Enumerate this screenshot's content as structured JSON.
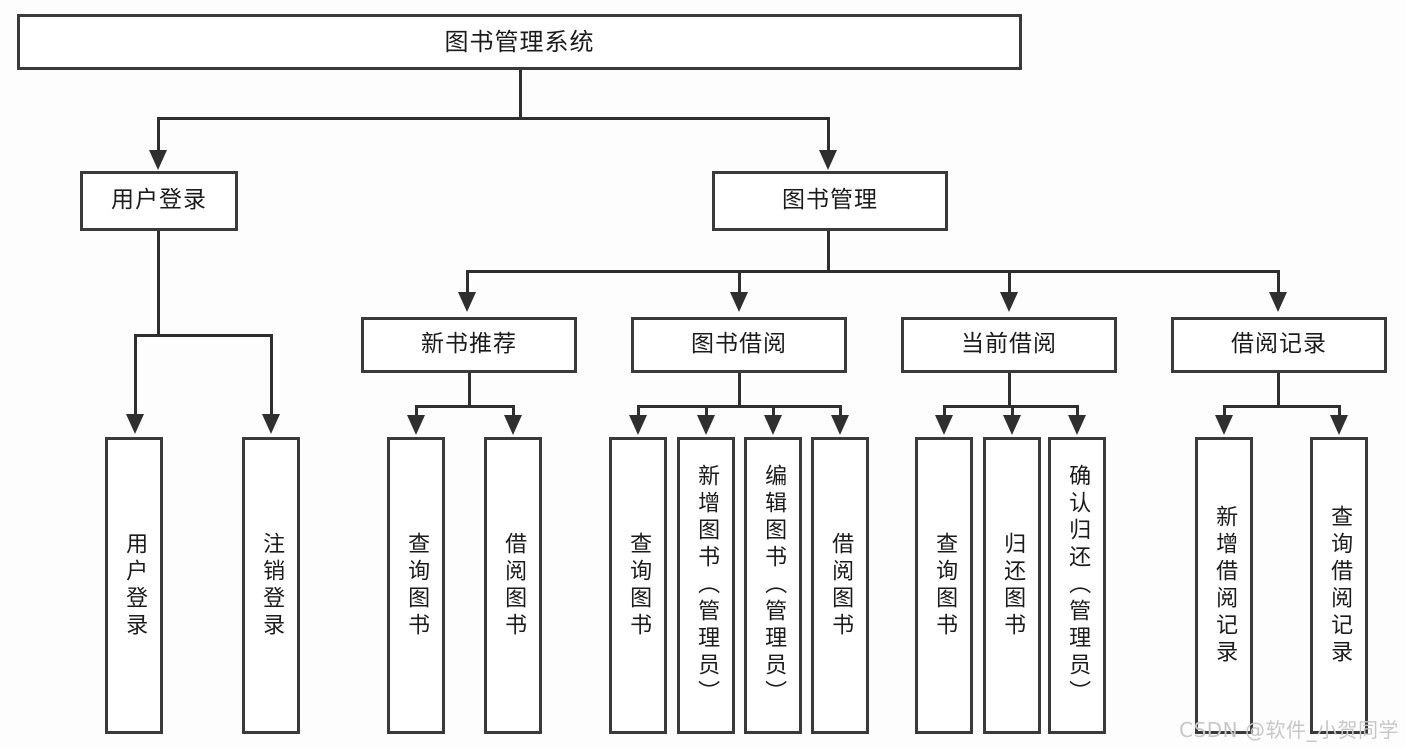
{
  "diagram": {
    "type": "tree-hierarchy",
    "title": "图书管理系统",
    "watermark": "CSDN @软件_小贺同学",
    "colors": {
      "background": "#fdfdfd",
      "box_fill": "#ffffff",
      "box_border": "#3a3a3a",
      "connector": "#2f2f2f",
      "text": "#1b1b1b",
      "watermark": "#c7c7c7"
    },
    "root": {
      "label": "图书管理系统"
    },
    "level2": [
      {
        "label": "用户登录"
      },
      {
        "label": "图书管理"
      }
    ],
    "level3": [
      {
        "label": "新书推荐"
      },
      {
        "label": "图书借阅"
      },
      {
        "label": "当前借阅"
      },
      {
        "label": "借阅记录"
      }
    ],
    "leaves": {
      "user_login": [
        {
          "label": "用户登录"
        },
        {
          "label": "注销登录"
        }
      ],
      "new_book_recommend": [
        {
          "label": "查询图书"
        },
        {
          "label": "借阅图书"
        }
      ],
      "book_borrow": [
        {
          "label": "查询图书"
        },
        {
          "label": "新增图书（管理员）"
        },
        {
          "label": "编辑图书（管理员）"
        },
        {
          "label": "借阅图书"
        }
      ],
      "current_borrow": [
        {
          "label": "查询图书"
        },
        {
          "label": "归还图书"
        },
        {
          "label": "确认归还（管理员）"
        }
      ],
      "borrow_record": [
        {
          "label": "新增借阅记录"
        },
        {
          "label": "查询借阅记录"
        }
      ]
    }
  }
}
